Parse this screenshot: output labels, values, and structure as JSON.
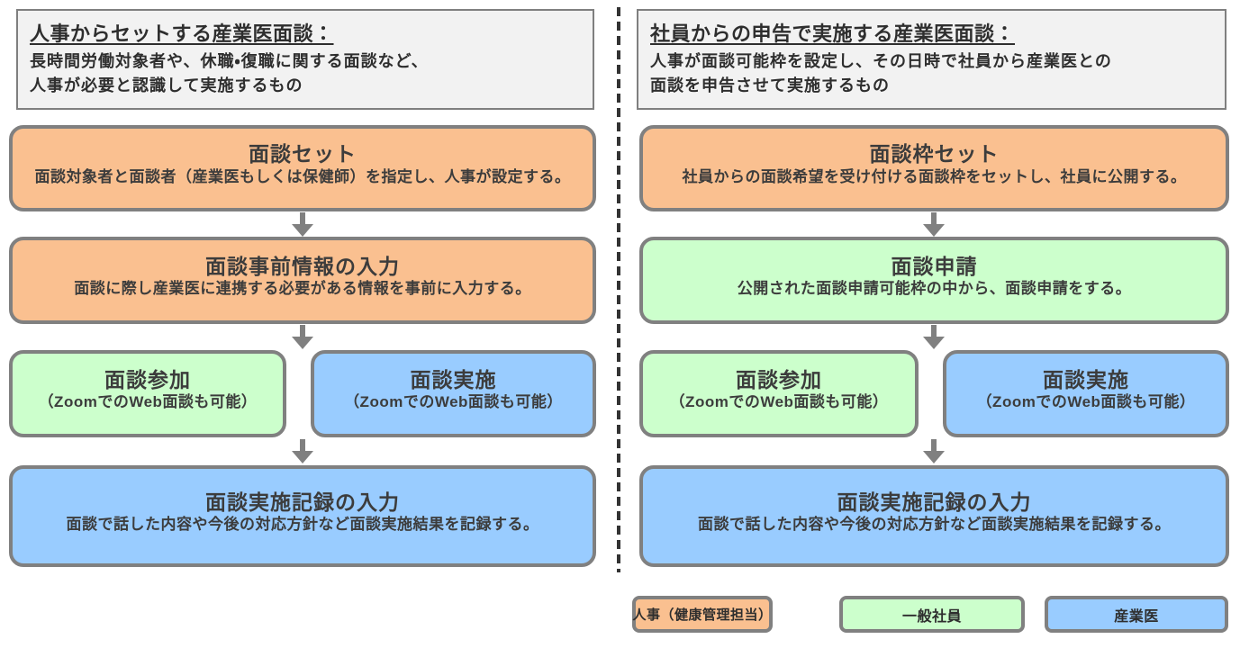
{
  "colors": {
    "step_orange": "#FAC090",
    "step_green": "#CCFFCC",
    "step_blue": "#99CCFF",
    "header_bg": "#F2F2F2",
    "box_border": "#808080",
    "arrow": "#808080",
    "divider": "#333333",
    "text": "#3C3C3C"
  },
  "left_flow": {
    "header": {
      "title": "人事からセットする産業医面談：",
      "line1": "長時間労働対象者や、休職・復職に関する面談など、",
      "line2": "人事が必要と認識して実施するもの"
    },
    "steps": [
      {
        "title": "面談セット",
        "desc": "面談対象者と面談者（産業医もしくは保健師）を指定し、人事が設定する。"
      },
      {
        "title": "面談事前情報の入力",
        "desc": "面談に際し産業医に連携する必要がある情報を事前に入力する。"
      },
      {
        "title": "面談参加",
        "desc": "（ZoomでのWeb面談も可能）"
      },
      {
        "title": "面談実施",
        "desc": "（ZoomでのWeb面談も可能）"
      },
      {
        "title": "面談実施記録の入力",
        "desc": "面談で話した内容や今後の対応方針など面談実施結果を記録する。"
      }
    ]
  },
  "right_flow": {
    "header": {
      "title": "社員からの申告で実施する産業医面談：",
      "line1": "人事が面談可能枠を設定し、その日時で社員から産業医との",
      "line2": "面談を申告させて実施するもの"
    },
    "steps": [
      {
        "title": "面談枠セット",
        "desc": "社員からの面談希望を受け付ける面談枠をセットし、社員に公開する。"
      },
      {
        "title": "面談申請",
        "desc": "公開された面談申請可能枠の中から、面談申請をする。"
      },
      {
        "title": "面談参加",
        "desc": "（ZoomでのWeb面談も可能）"
      },
      {
        "title": "面談実施",
        "desc": "（ZoomでのWeb面談も可能）"
      },
      {
        "title": "面談実施記録の入力",
        "desc": "面談で話した内容や今後の対応方針など面談実施結果を記録する。"
      }
    ]
  },
  "legend": {
    "items": [
      {
        "label": "人事（健康管理担当）",
        "color": "#FAC090"
      },
      {
        "label": "一般社員",
        "color": "#CCFFCC"
      },
      {
        "label": "産業医",
        "color": "#99CCFF"
      }
    ]
  }
}
